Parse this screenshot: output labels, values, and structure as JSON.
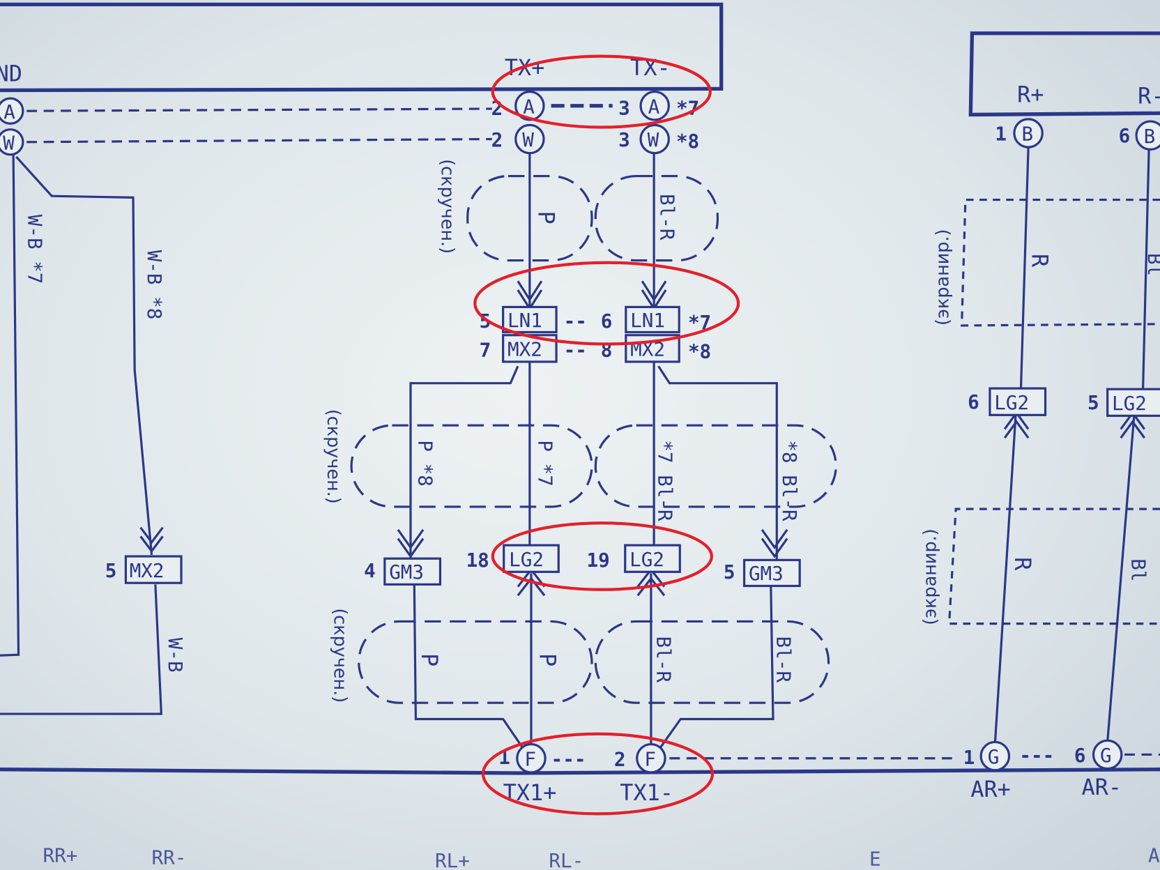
{
  "diagram": {
    "top_left_label": "ND",
    "colors": {
      "ink": "#2b3787",
      "highlight": "#e3202b",
      "paper": "#e4eaed"
    },
    "top_signals": {
      "tx_plus": "TX+",
      "tx_minus": "TX-"
    },
    "top_connector": {
      "left_a": "A",
      "left_w": "W",
      "row_a": {
        "pin_left": "2",
        "conn": "A",
        "sep": "---",
        "pin_right": "3",
        "note": "*7"
      },
      "row_w": {
        "pin_left": "2",
        "conn": "W",
        "pin_right": "3",
        "note": "*8"
      }
    },
    "twisted_label": "(скручен.)",
    "shield_label": "(экранир.)",
    "wire_colors": {
      "p": "P",
      "bl_r": "Bl-R",
      "p_8": "P *8",
      "p_7": "P *7",
      "bl_r_7": "*7 Bl-R",
      "bl_r_8": "*8 Bl-R",
      "w_b_7": "W-B *7",
      "w_b_8": "W-B *8",
      "w_b": "W-B",
      "r": "R",
      "bl": "Bl"
    },
    "mid_connectors": {
      "ln1_row": {
        "pin_left": "5",
        "name": "LN1",
        "sep": "--",
        "pin_right": "6",
        "note": "*7"
      },
      "mx2_row": {
        "pin_left": "7",
        "name": "MX2",
        "sep": "--",
        "pin_right": "8",
        "note": "*8"
      }
    },
    "lower_connectors": {
      "gm3_left": {
        "pin": "4",
        "name": "GM3"
      },
      "lg2_left": {
        "pin": "18",
        "name": "LG2"
      },
      "lg2_right": {
        "pin": "19",
        "name": "LG2"
      },
      "gm3_right": {
        "pin": "5",
        "name": "GM3"
      },
      "mx2_left": {
        "pin": "5",
        "name": "MX2"
      }
    },
    "bottom_connector": {
      "pin1": "1",
      "conn": "F",
      "sep": "---",
      "pin2": "2",
      "tx1_plus": "TX1+",
      "tx1_minus": "TX1-"
    },
    "right_unit": {
      "r_plus": "R+",
      "r_minus": "R-",
      "b1": {
        "pin": "1",
        "conn": "B"
      },
      "b6": {
        "pin": "6",
        "conn": "B"
      },
      "lg2_a": {
        "pin": "6",
        "name": "LG2"
      },
      "lg2_b": {
        "pin": "5",
        "name": "LG2"
      },
      "g1": {
        "pin": "1",
        "conn": "G"
      },
      "g6": {
        "pin": "6",
        "conn": "G",
        "sep": "---"
      },
      "ar_plus": "AR+",
      "ar_minus": "AR-"
    },
    "bottom_labels": [
      "RR+",
      "RR-",
      "RL+",
      "RL-",
      "E",
      "A"
    ]
  }
}
